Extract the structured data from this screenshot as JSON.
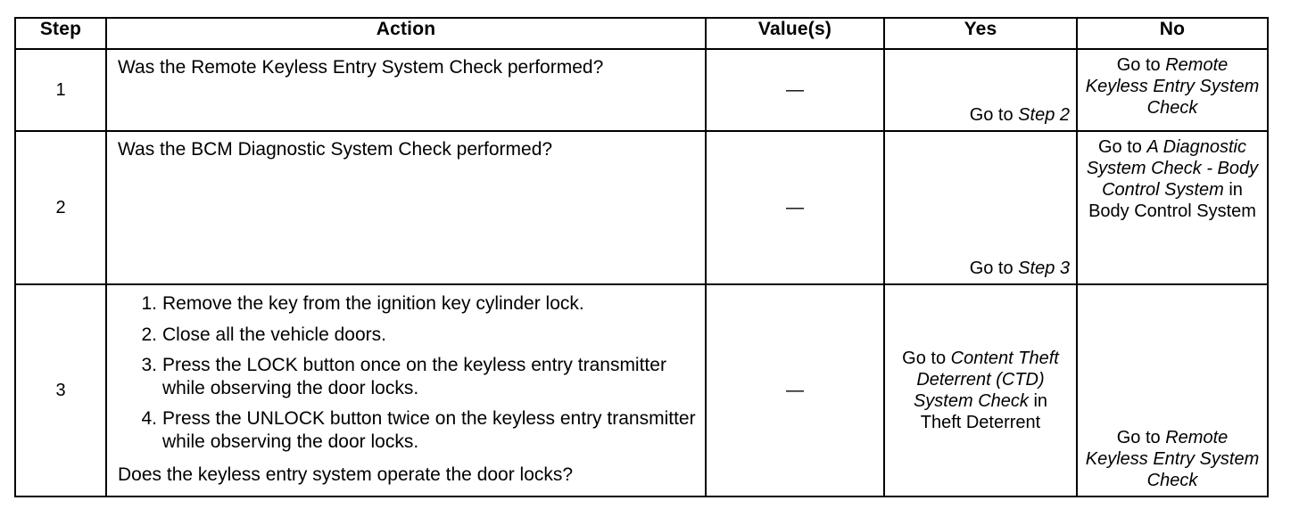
{
  "table": {
    "headers": [
      "Step",
      "Action",
      "Value(s)",
      "Yes",
      "No"
    ],
    "rows": [
      {
        "step": "1",
        "action": {
          "question": "Was the Remote Keyless Entry System Check performed?"
        },
        "value": "—",
        "yes": {
          "prefix": "Go to ",
          "italic": "Step 2",
          "suffix": ""
        },
        "no": {
          "prefix": "Go to ",
          "italic": "Remote Keyless Entry System Check",
          "suffix": ""
        }
      },
      {
        "step": "2",
        "action": {
          "question": "Was the BCM Diagnostic System Check performed?"
        },
        "value": "—",
        "yes": {
          "prefix": "Go to ",
          "italic": "Step 3",
          "suffix": ""
        },
        "no": {
          "prefix": "Go to ",
          "italic": "A Diagnostic System Check - Body Control System",
          "suffix": " in Body Control System"
        }
      },
      {
        "step": "3",
        "action": {
          "list": [
            {
              "num": "1.",
              "text": "Remove the key from the ignition key cylinder lock."
            },
            {
              "num": "2.",
              "text": "Close all the vehicle doors."
            },
            {
              "num": "3.",
              "text": "Press the LOCK button once on the keyless entry transmitter while observing the door locks."
            },
            {
              "num": "4.",
              "text": "Press the UNLOCK button twice on the keyless entry transmitter while observing the door locks."
            }
          ],
          "closing_question": "Does the keyless entry system operate the door locks?"
        },
        "value": "—",
        "yes": {
          "prefix": "Go to ",
          "italic": "Content Theft Deterrent (CTD) System Check",
          "suffix": " in Theft Deterrent"
        },
        "no": {
          "prefix": "Go to ",
          "italic": "Remote Keyless Entry System Check",
          "suffix": ""
        }
      }
    ]
  },
  "colors": {
    "border": "#000000",
    "text": "#000000",
    "background": "#ffffff"
  }
}
